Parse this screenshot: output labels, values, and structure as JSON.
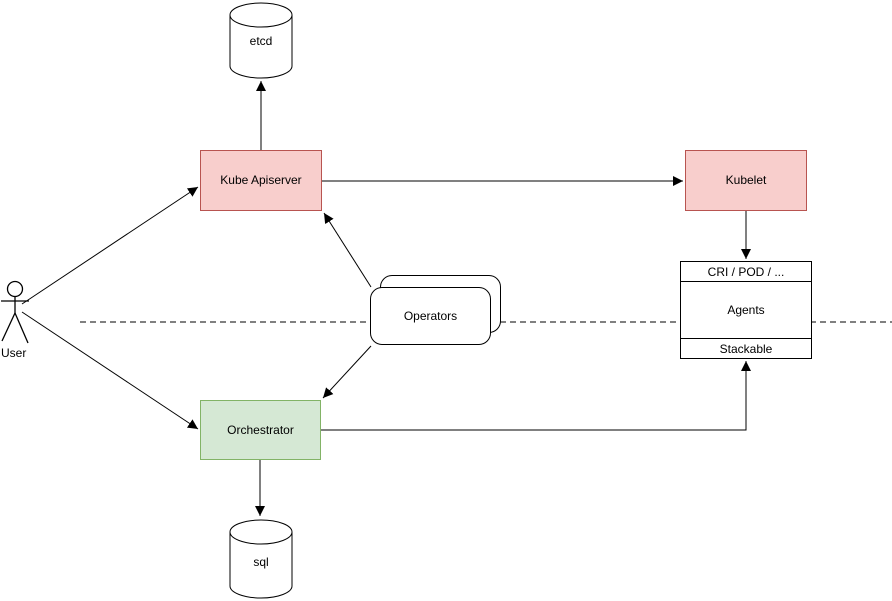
{
  "nodes": {
    "etcd": {
      "label": "etcd",
      "shape": "database-cylinder"
    },
    "kube_apiserver": {
      "label": "Kube Apiserver"
    },
    "kubelet": {
      "label": "Kubelet"
    },
    "agents": {
      "header": "CRI / POD / ...",
      "body": "Agents",
      "footer": "Stackable"
    },
    "operators": {
      "label": "Operators",
      "shape": "stacked-rounded-rect"
    },
    "orchestrator": {
      "label": "Orchestrator"
    },
    "sql": {
      "label": "sql",
      "shape": "database-cylinder"
    },
    "user": {
      "label": "User",
      "shape": "actor"
    }
  },
  "edges": [
    {
      "from": "user",
      "to": "kube_apiserver",
      "directed": true
    },
    {
      "from": "user",
      "to": "orchestrator",
      "directed": true
    },
    {
      "from": "kube_apiserver",
      "to": "etcd",
      "directed": true
    },
    {
      "from": "kube_apiserver",
      "to": "kubelet",
      "directed": true
    },
    {
      "from": "kubelet",
      "to": "agents",
      "directed": true
    },
    {
      "from": "operators",
      "to": "kube_apiserver",
      "directed": true
    },
    {
      "from": "operators",
      "to": "orchestrator",
      "directed": true
    },
    {
      "from": "orchestrator",
      "to": "sql",
      "directed": true
    },
    {
      "from": "orchestrator",
      "to": "agents",
      "directed": true,
      "route": "elbow-right-up"
    }
  ],
  "divider": {
    "style": "dashed",
    "orientation": "horizontal"
  },
  "colors": {
    "control_plane_fill": "#F8CECC",
    "control_plane_border": "#B85450",
    "orchestrator_fill": "#D5E8D4",
    "orchestrator_border": "#82B366",
    "shape_stroke": "#000000",
    "background": "#FFFFFF"
  }
}
